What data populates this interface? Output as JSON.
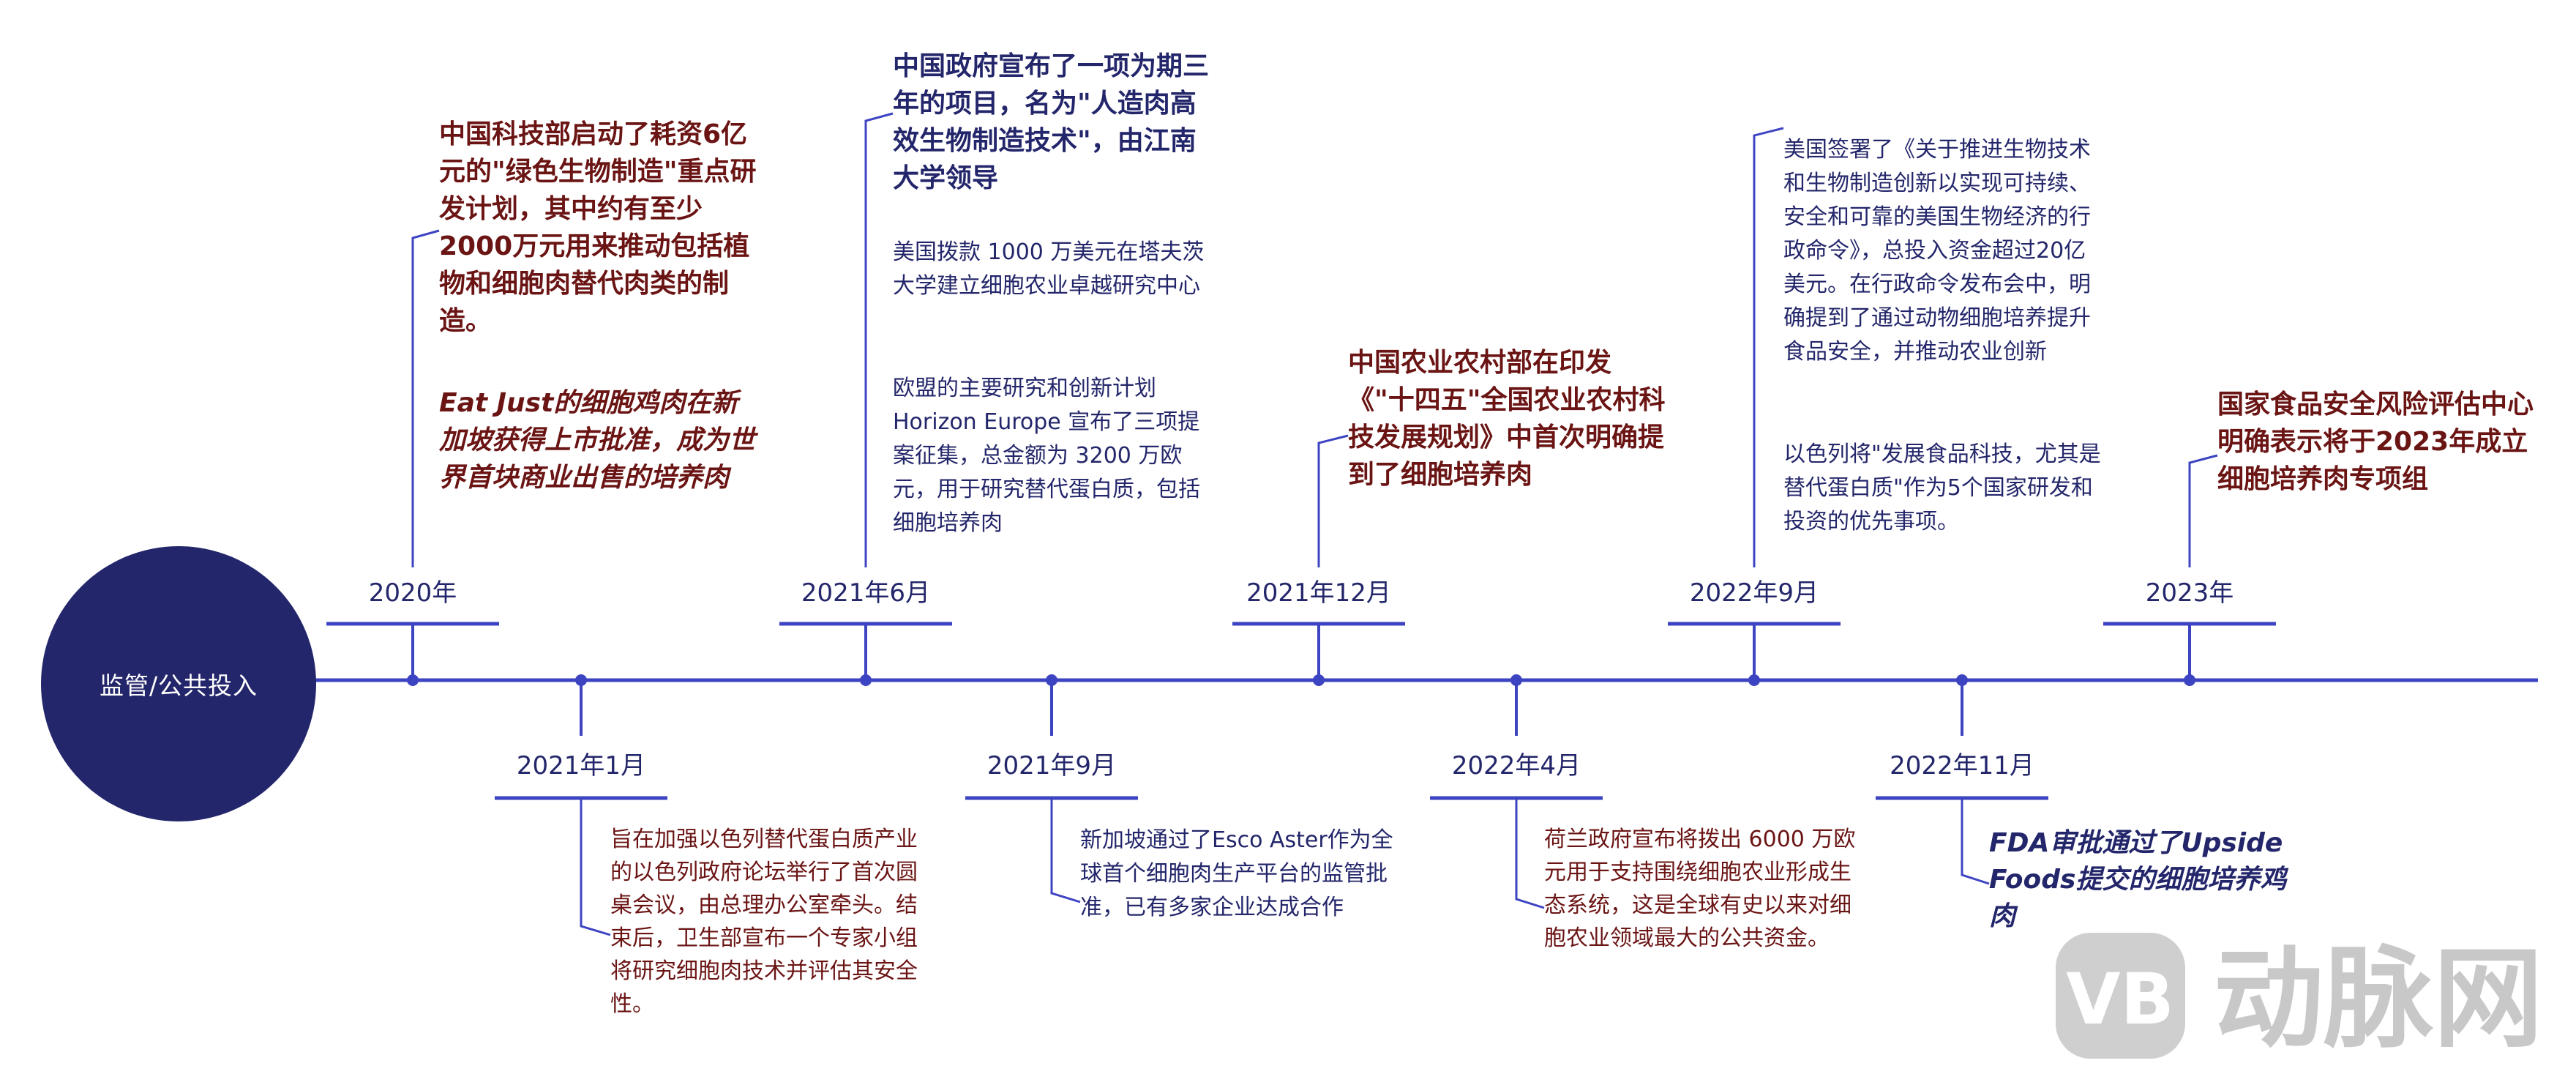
{
  "center_label": "监管/公共投入",
  "events": [
    {
      "date": "2020年",
      "blocks": [
        {
          "style": "head-red",
          "text": "中国科技部启动了耗资6亿元的\"绿色生物制造\"重点研发计划，其中约有至少2000万元用来推动包括植物和细胞肉替代肉类的制造。"
        },
        {
          "style": "head-red-it",
          "text": "Eat Just的细胞鸡肉在新加坡获得上市批准，成为世界首块商业出售的培养肉"
        }
      ]
    },
    {
      "date": "2021年1月",
      "blocks": [
        {
          "style": "body-red",
          "text": "旨在加强以色列替代蛋白质产业的以色列政府论坛举行了首次圆桌会议，由总理办公室牵头。结束后，卫生部宣布一个专家小组将研究细胞肉技术并评估其安全性。"
        }
      ]
    },
    {
      "date": "2021年6月",
      "blocks": [
        {
          "style": "head-navy",
          "text": "中国政府宣布了一项为期三年的项目，名为\"人造肉高效生物制造技术\"，由江南大学领导"
        },
        {
          "style": "body-navy",
          "text": "美国拨款 1000 万美元在塔夫茨大学建立细胞农业卓越研究中心"
        },
        {
          "style": "body-navy",
          "text": "欧盟的主要研究和创新计划 Horizon Europe 宣布了三项提案征集，总金额为 3200 万欧元，用于研究替代蛋白质，包括细胞培养肉"
        }
      ]
    },
    {
      "date": "2021年9月",
      "blocks": [
        {
          "style": "body-navy",
          "text": "新加坡通过了Esco Aster作为全球首个细胞肉生产平台的监管批准，已有多家企业达成合作"
        }
      ]
    },
    {
      "date": "2021年12月",
      "blocks": [
        {
          "style": "head-red",
          "text": "中国农业农村部在印发《\"十四五\"全国农业农村科技发展规划》中首次明确提到了细胞培养肉"
        }
      ]
    },
    {
      "date": "2022年4月",
      "blocks": [
        {
          "style": "body-red",
          "text": "荷兰政府宣布将拨出 6000 万欧元用于支持围绕细胞农业形成生态系统，这是全球有史以来对细胞农业领域最大的公共资金。"
        }
      ]
    },
    {
      "date": "2022年9月",
      "blocks": [
        {
          "style": "body-navy",
          "text": "美国签署了《关于推进生物技术和生物制造创新以实现可持续、安全和可靠的美国生物经济的行政命令》，总投入资金超过20亿美元。在行政命令发布会中，明确提到了通过动物细胞培养提升食品安全，并推动农业创新"
        },
        {
          "style": "body-navy",
          "text": "以色列将\"发展食品科技，尤其是替代蛋白质\"作为5个国家研发和投资的优先事项。"
        }
      ]
    },
    {
      "date": "2022年11月",
      "blocks": [
        {
          "style": "head-navy-it",
          "text": "FDA审批通过了Upside Foods提交的细胞培养鸡肉"
        }
      ]
    },
    {
      "date": "2023年",
      "blocks": [
        {
          "style": "head-red",
          "text": "国家食品安全风险评估中心明确表示将于2023年成立细胞培养肉专项组"
        }
      ]
    }
  ],
  "watermark": {
    "logo_text": "VB",
    "text": "动脉网"
  },
  "colors": {
    "navy": "#23266a",
    "line": "#3d44c2",
    "maroon": "#6b1414",
    "watermark": "#c8c8c8"
  }
}
